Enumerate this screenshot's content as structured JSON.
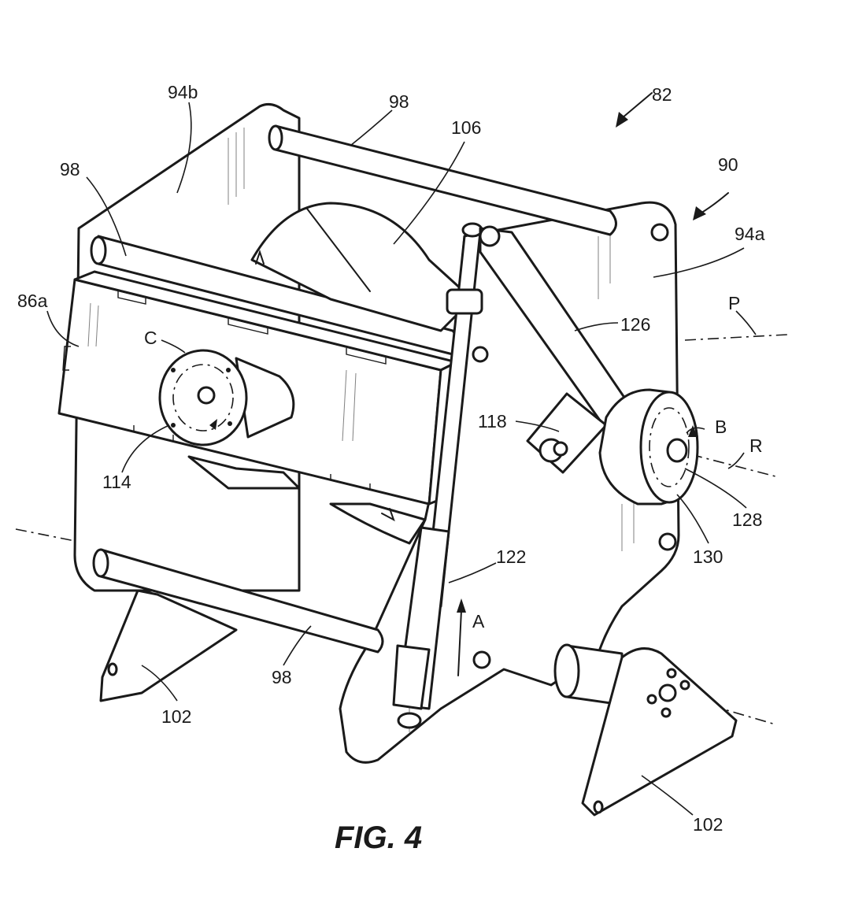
{
  "figure": {
    "caption": "FIG. 4",
    "reference_numerals": {
      "r82": "82",
      "r90": "90",
      "r94a": "94a",
      "r94b": "94b",
      "r98_top": "98",
      "r98_left": "98",
      "r98_bottom": "98",
      "r106": "106",
      "r86a": "86a",
      "rC": "C",
      "r114": "114",
      "r118": "118",
      "r126": "126",
      "rB": "B",
      "rR": "R",
      "rP": "P",
      "r128": "128",
      "r130": "130",
      "r122": "122",
      "rA": "A",
      "r102_left": "102",
      "r102_right": "102"
    }
  }
}
